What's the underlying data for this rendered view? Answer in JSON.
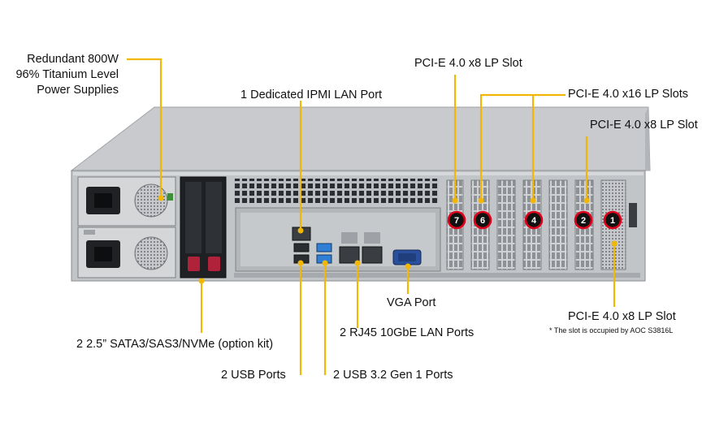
{
  "labels": {
    "psu_line1": "Redundant  800W",
    "psu_line2": "96% Titanium  Level",
    "psu_line3": "Power Supplies",
    "ipmi": "1 Dedicated IPMI  LAN Port",
    "slot7": "PCI-E 4.0 x8 LP Slot",
    "slots_x16": "PCI-E 4.0 x16 LP Slots",
    "slot2": "PCI-E 4.0 x8 LP Slot",
    "slot1": "PCI-E 4.0 x8 LP Slot",
    "slot1_note": "* The slot is occupied by AOC S3816L",
    "vga": "VGA Port",
    "rj45": "2 RJ45  10GbE LAN Ports",
    "drives": "2 2.5” SATA3/SAS3/NVMe (option kit)",
    "usb2": "2 USB Ports",
    "usb3": "2 USB 3.2 Gen 1 Ports"
  },
  "slot_badges": [
    "7",
    "6",
    "4",
    "2",
    "1"
  ],
  "colors": {
    "callout": "#f2b705",
    "badge_ring": "#e0001a",
    "usb3_blue": "#2f7fd6"
  }
}
